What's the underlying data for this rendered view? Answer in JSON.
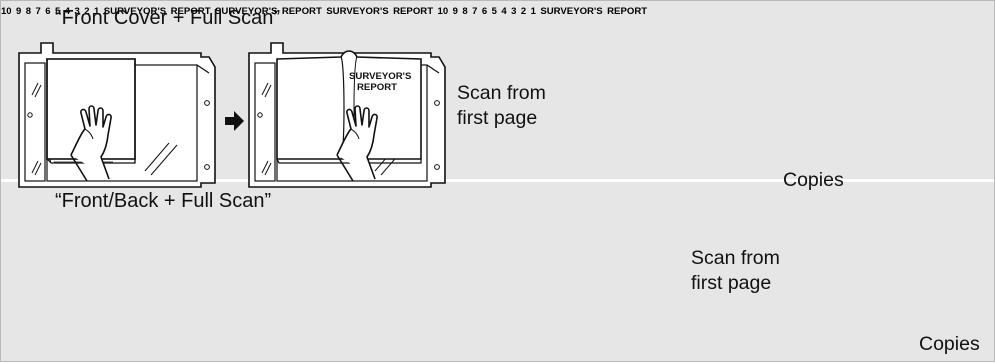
{
  "row1": {
    "title": "“Front Cover + Full Scan”",
    "scan_note_line1": "Scan from",
    "scan_note_line2": "first page",
    "copies_label": "Copies",
    "book_title": [
      "SURVEYOR'S",
      "REPORT"
    ],
    "page_numbers": [
      "1",
      "2",
      "3",
      "4",
      "5",
      "6",
      "7",
      "8",
      "9",
      "10"
    ]
  },
  "row2": {
    "title": "“Front/Back + Full Scan”",
    "scan_note_line1": "Scan from",
    "scan_note_line2": "first page",
    "copies_label": "Copies",
    "book_title": [
      "SURVEYOR'S",
      "REPORT"
    ],
    "page_numbers": [
      "1",
      "2",
      "3",
      "4",
      "5",
      "6",
      "7",
      "8",
      "9",
      "10"
    ]
  },
  "colors": {
    "panel_background": "#e6e6e6",
    "cover_gray": "#b3b3b3",
    "line": "#111111"
  },
  "icons": [
    "scanner-glass",
    "hand",
    "right-arrow-icon",
    "copies-stack"
  ]
}
